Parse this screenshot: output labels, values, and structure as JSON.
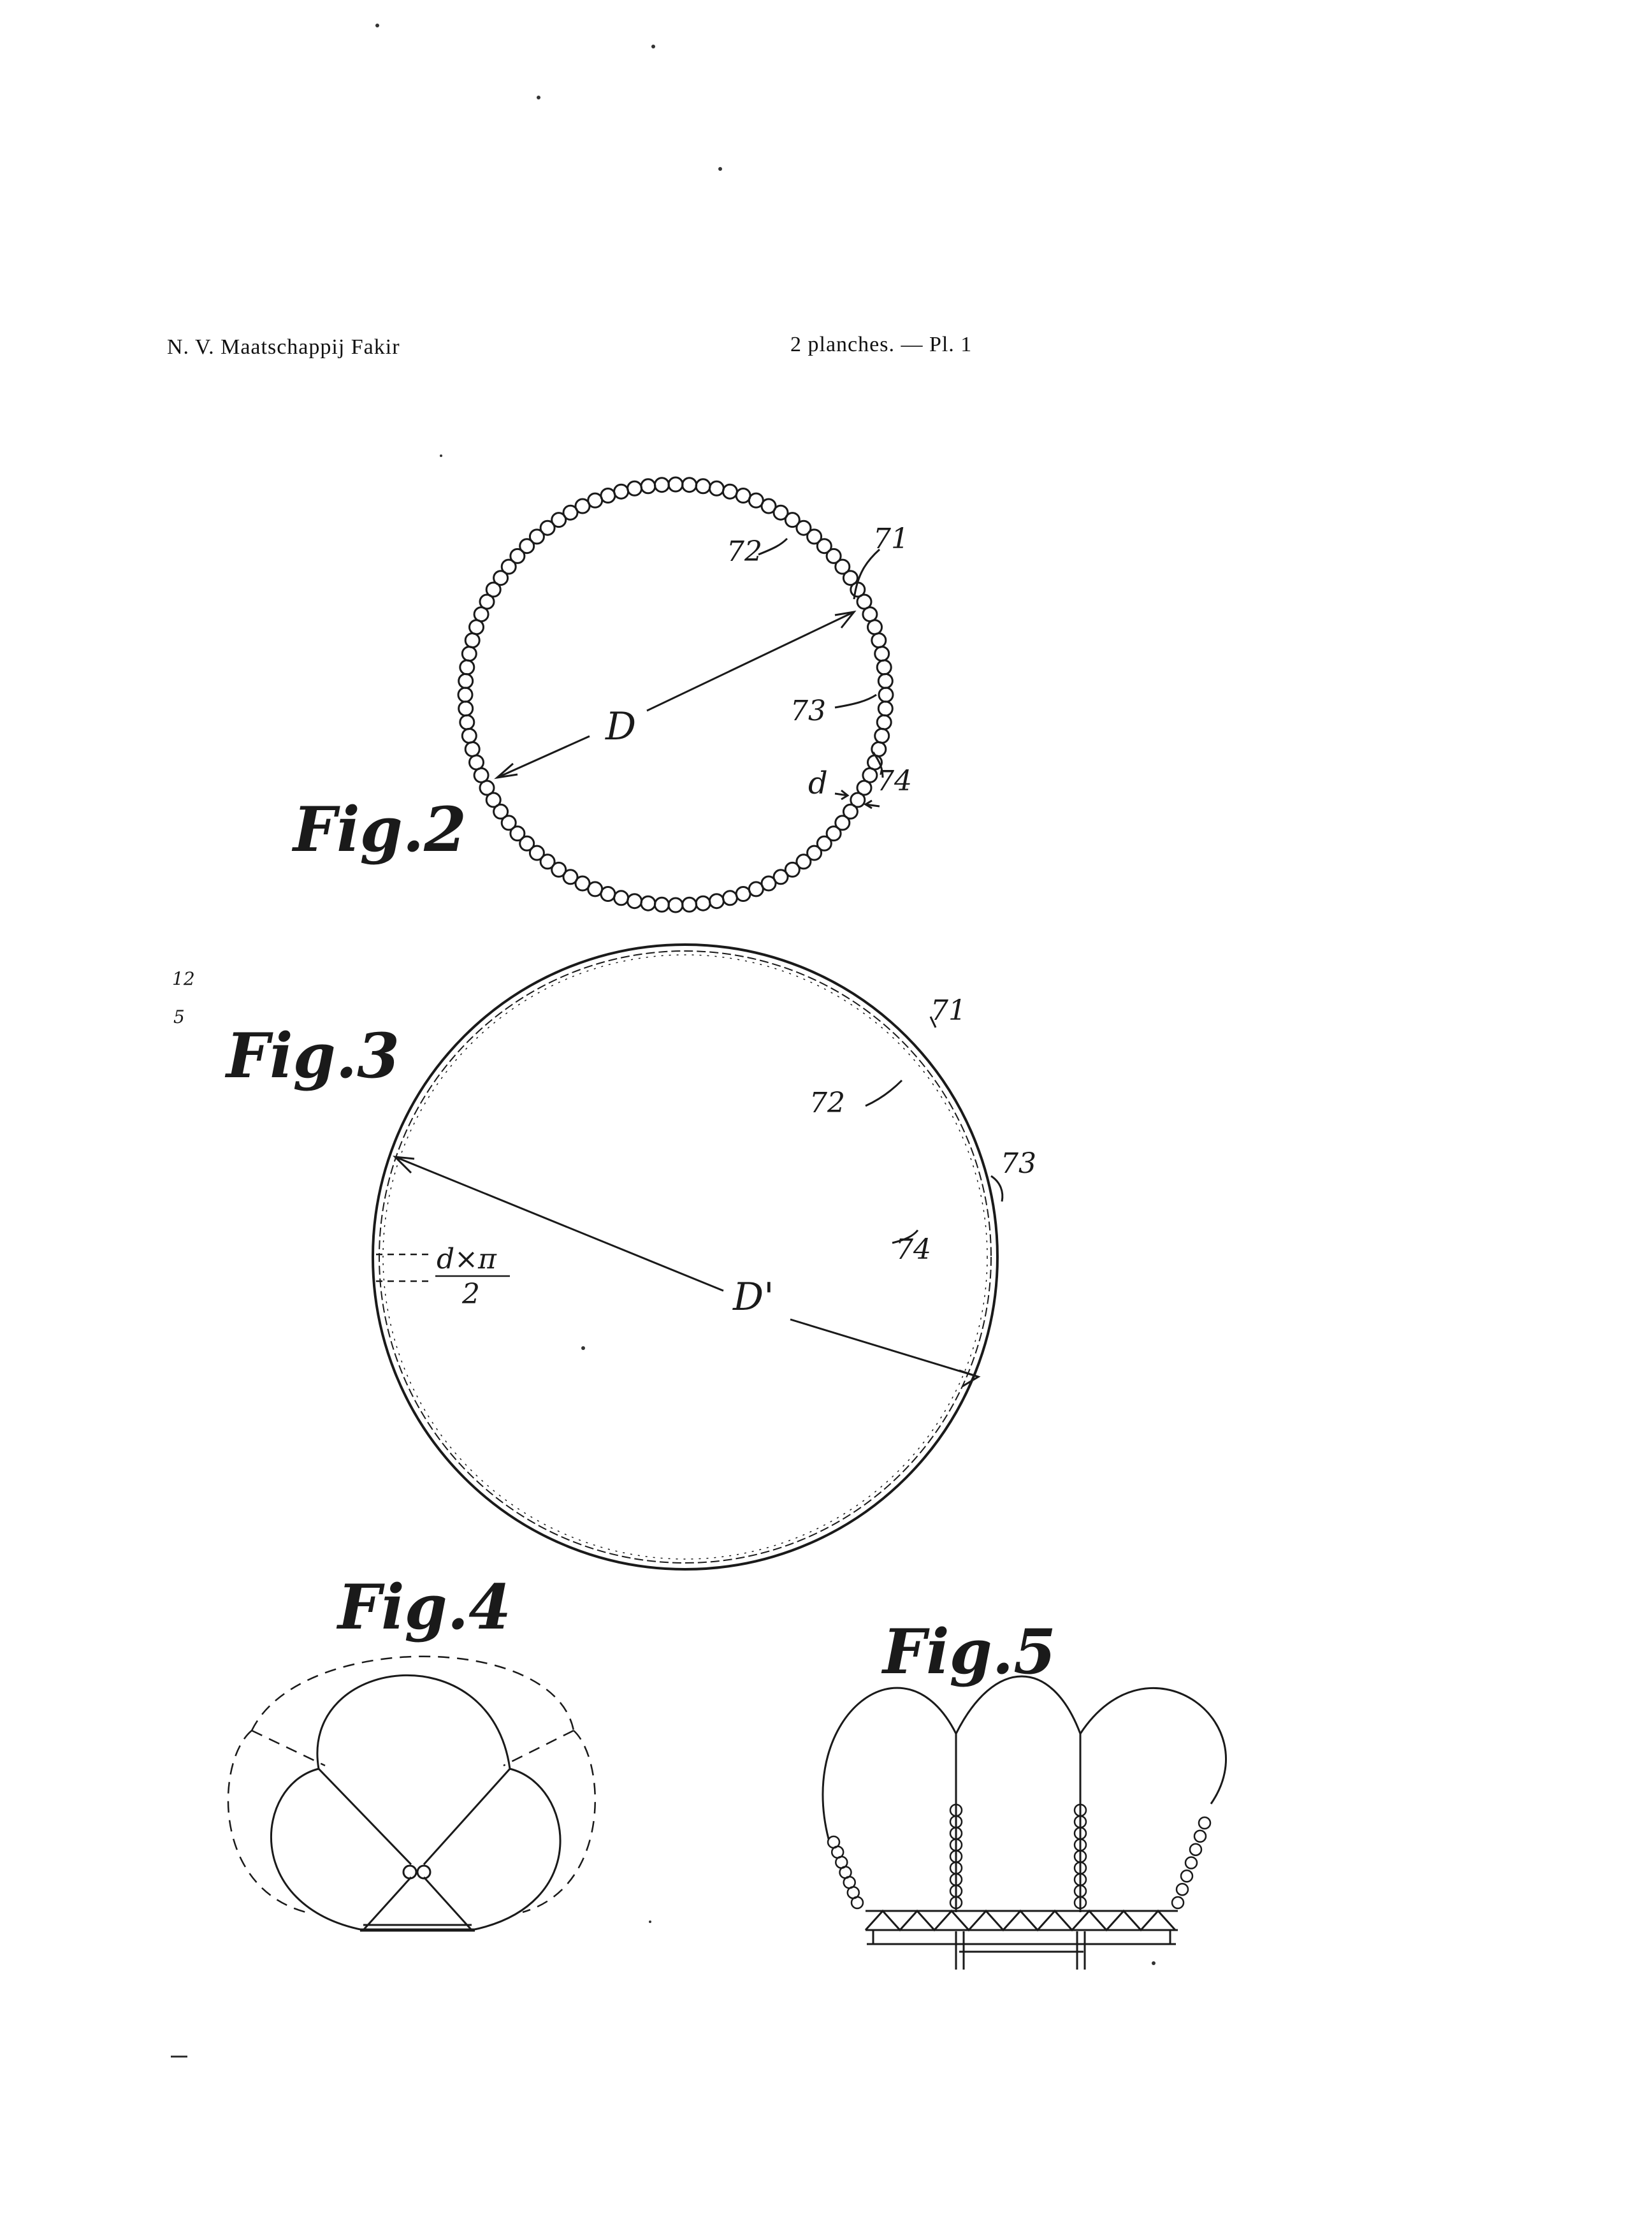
{
  "header": {
    "applicant": "N. V. Maatschappij Fakir",
    "plates": "2 planches. — Pl. 1"
  },
  "margin_notes": [
    "12",
    "5"
  ],
  "figures": {
    "fig2": {
      "title": "Fig.2",
      "dimension": "D",
      "small_dimension": "d",
      "refs": [
        "71",
        "72",
        "73",
        "74"
      ]
    },
    "fig3": {
      "title": "Fig.3",
      "dimension": "D'",
      "formula_numerator": "d×π",
      "formula_denominator": "2",
      "refs": [
        "71",
        "72",
        "73",
        "74"
      ]
    },
    "fig4": {
      "title": "Fig.4"
    },
    "fig5": {
      "title": "Fig.5"
    }
  },
  "colors": {
    "ink": "#1a1a1a",
    "paper": "#ffffff"
  }
}
